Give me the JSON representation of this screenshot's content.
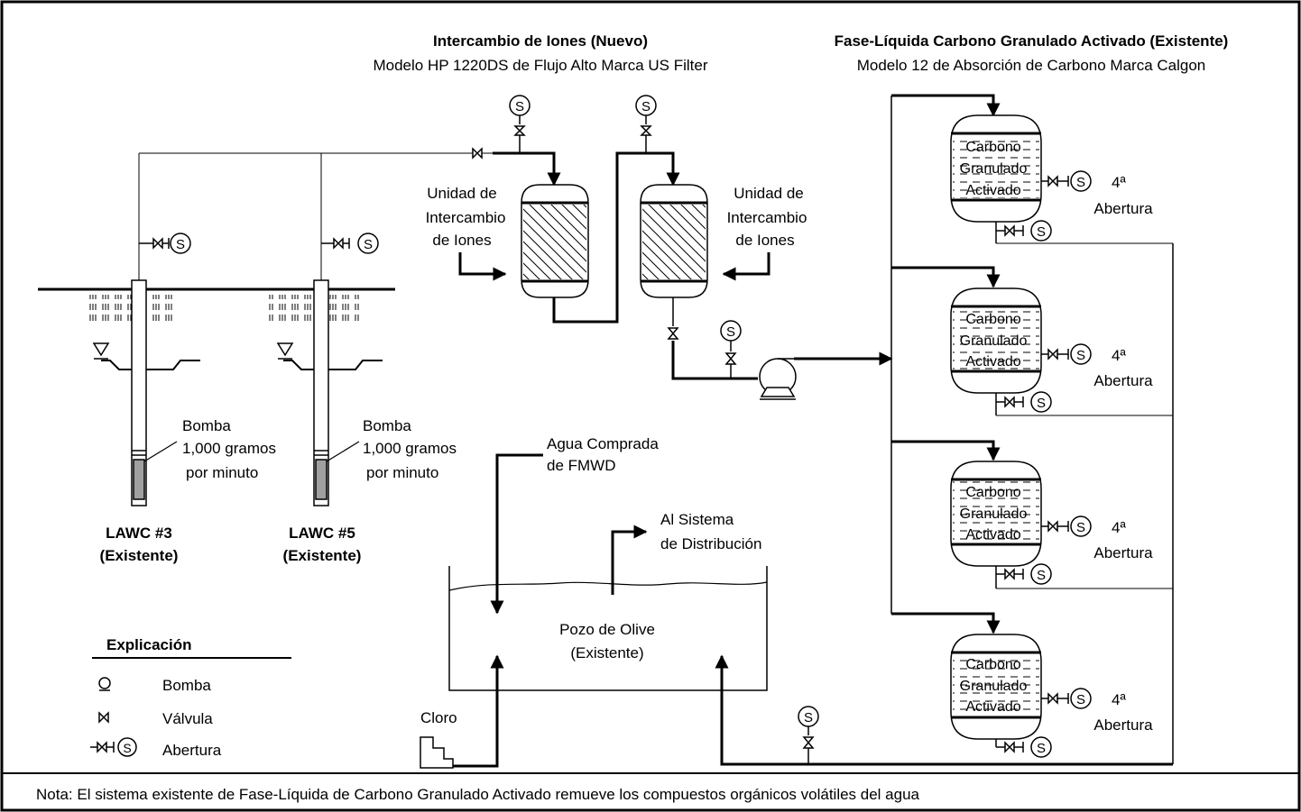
{
  "header_ion": {
    "title": "Intercambio de Iones (Nuevo)",
    "subtitle": "Modelo HP 1220DS de Flujo Alto Marca US Filter"
  },
  "header_gac": {
    "title": "Fase-Líquida Carbono Granulado Activado (Existente)",
    "subtitle": "Modelo 12 de Absorción de Carbono Marca Calgon"
  },
  "ion_unit_label": [
    "Unidad de",
    "Intercambio",
    "de Iones"
  ],
  "vent_symbol": "S",
  "pump_label": [
    "Bomba",
    "1,000 gramos",
    "por minuto"
  ],
  "wells": [
    {
      "name": "LAWC #3",
      "status": "(Existente)"
    },
    {
      "name": "LAWC #5",
      "status": "(Existente)"
    }
  ],
  "carbon_label": [
    "Carbono",
    "Granulado",
    "Activado"
  ],
  "opening_label": [
    "4ª",
    "Abertura"
  ],
  "purchased_water": [
    "Agua Comprada",
    "de FMWD"
  ],
  "distribution": [
    "Al Sistema",
    "de Distribución"
  ],
  "reservoir": [
    "Pozo de Olive",
    "(Existente)"
  ],
  "chlorine": "Cloro",
  "legend": {
    "title": "Explicación",
    "items": [
      "Bomba",
      "Válvula",
      "Abertura"
    ]
  },
  "note": "Nota: El sistema existente de Fase-Líquida de Carbono Granulado Activado remueve los compuestos orgánicos volátiles del agua"
}
